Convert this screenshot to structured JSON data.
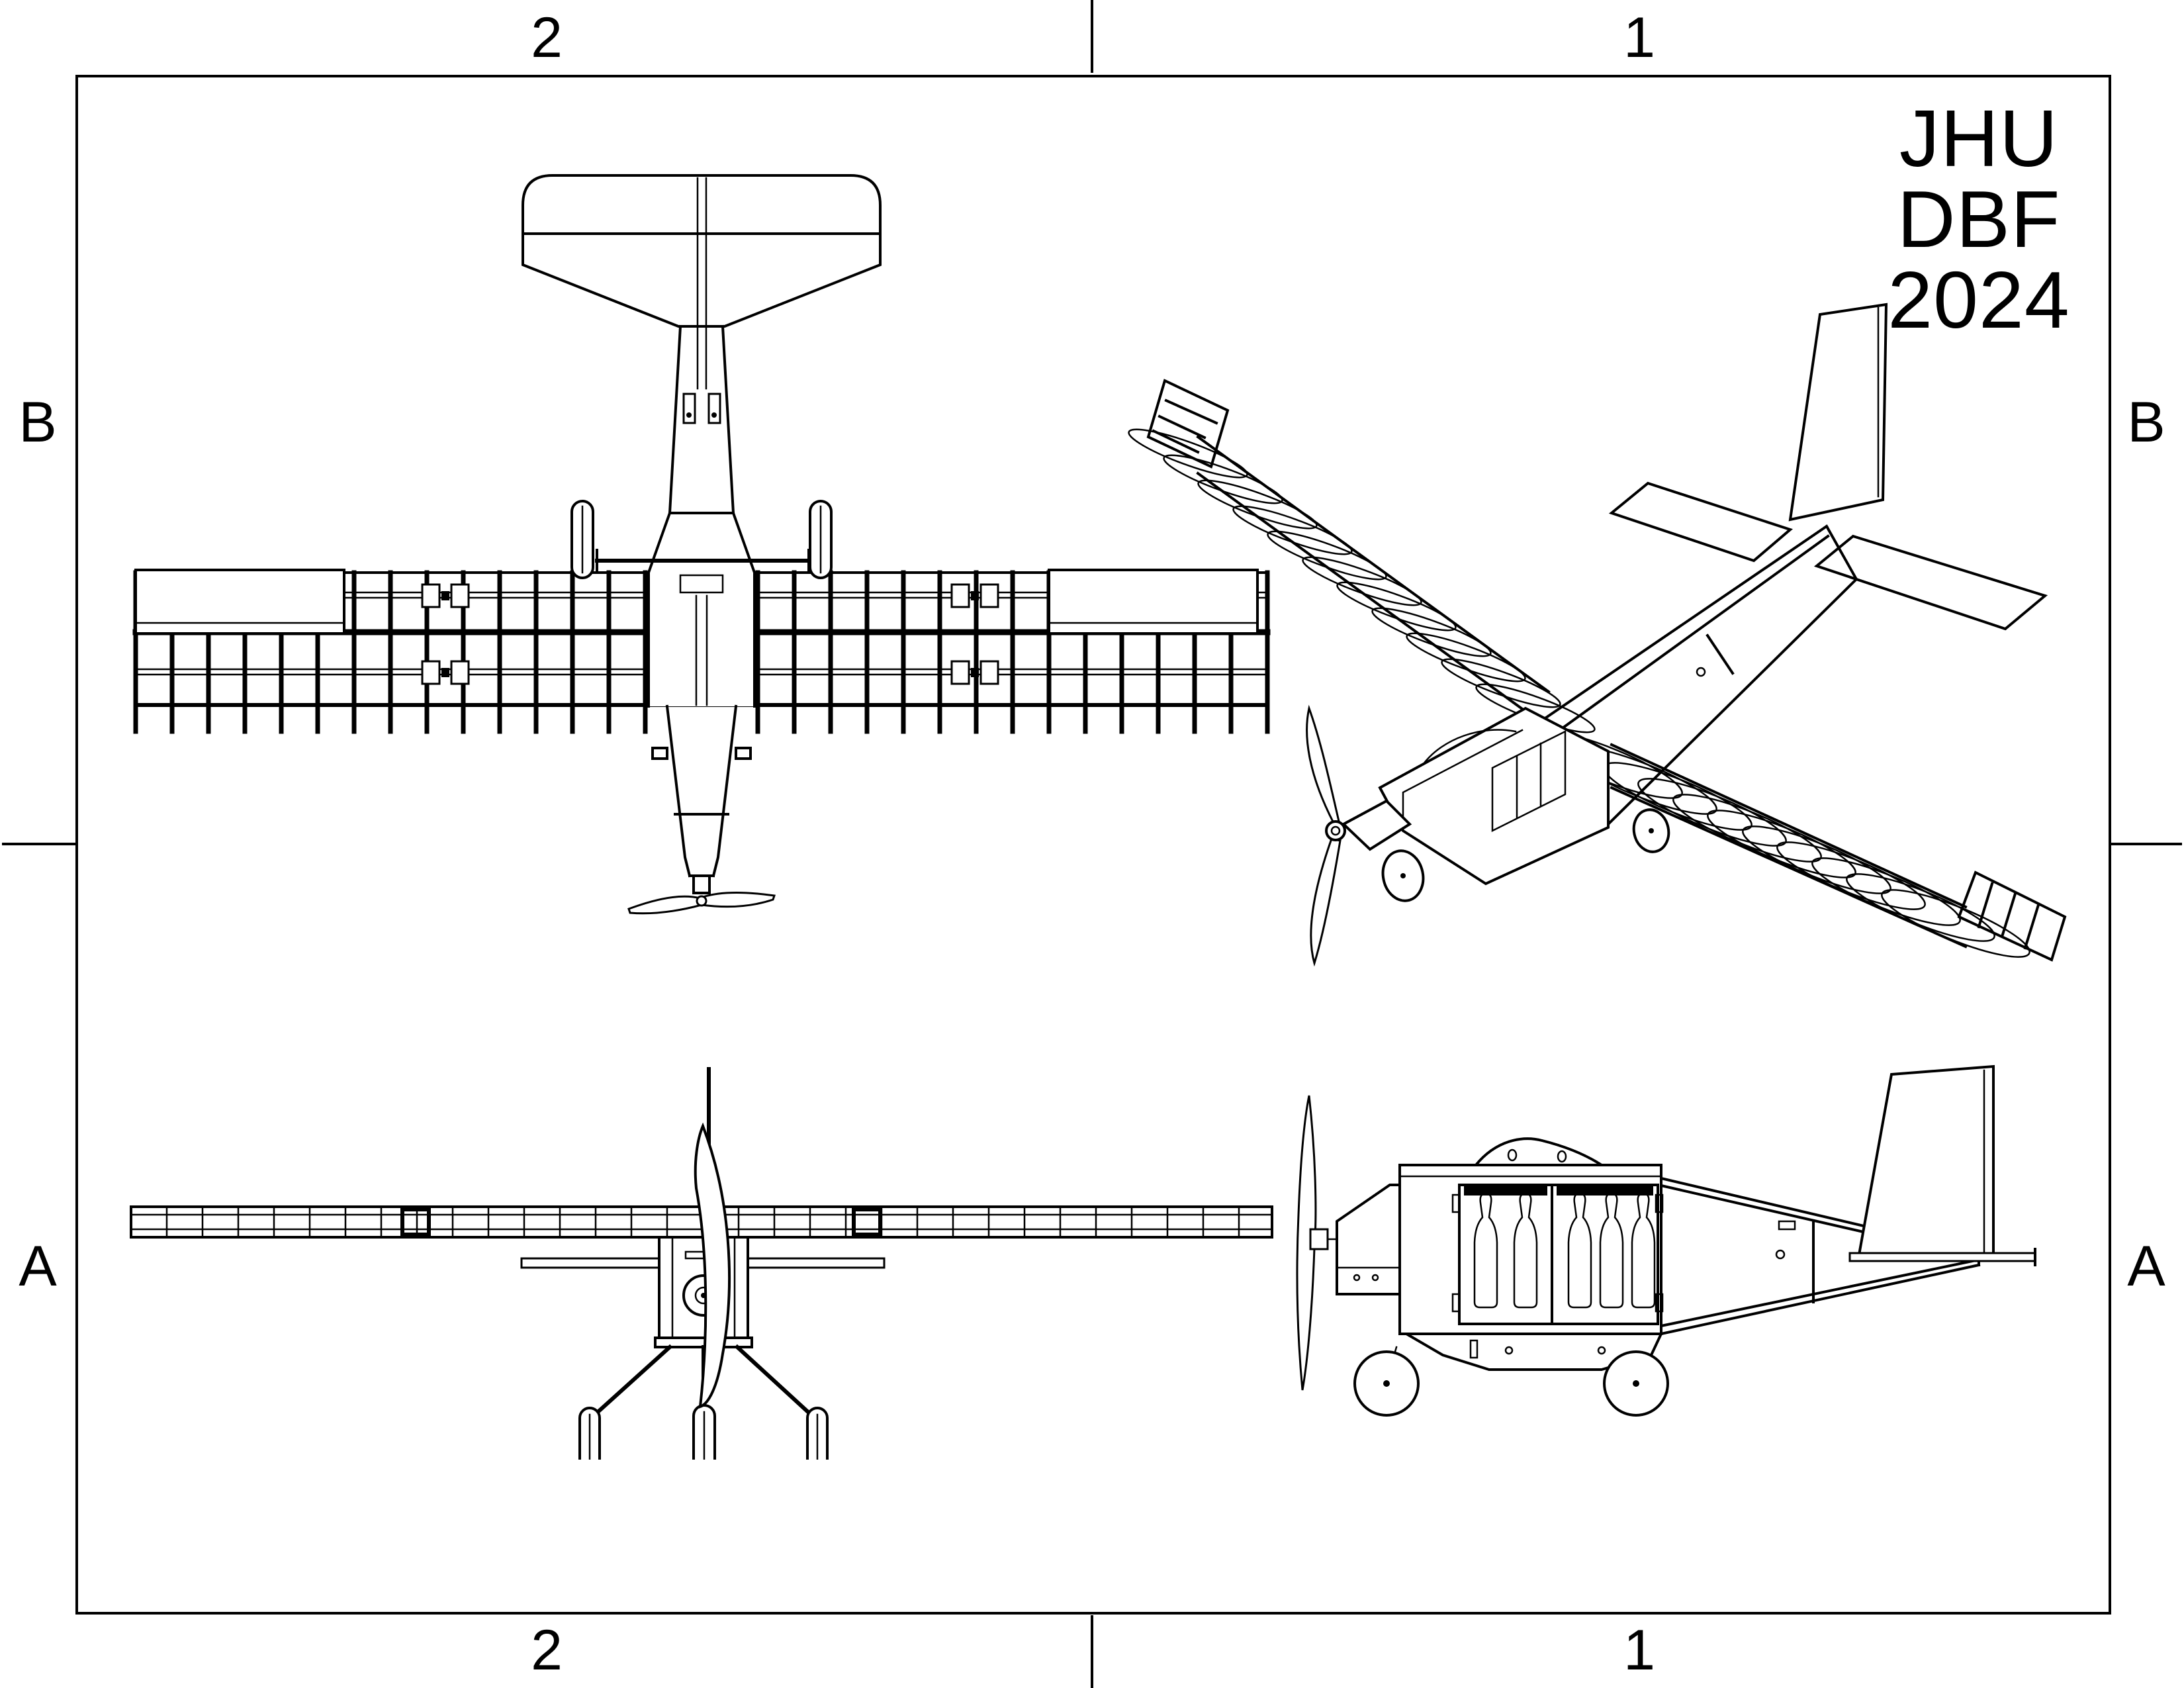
{
  "sheet": {
    "background_color": "#ffffff",
    "line_color": "#000000",
    "zone_labels": {
      "top": [
        "2",
        "1"
      ],
      "bottom": [
        "2",
        "1"
      ],
      "left": [
        "B",
        "A"
      ],
      "right": [
        "B",
        "A"
      ]
    },
    "title_block": {
      "line1": "JHU",
      "line2": "DBF",
      "line3": "2024"
    }
  }
}
